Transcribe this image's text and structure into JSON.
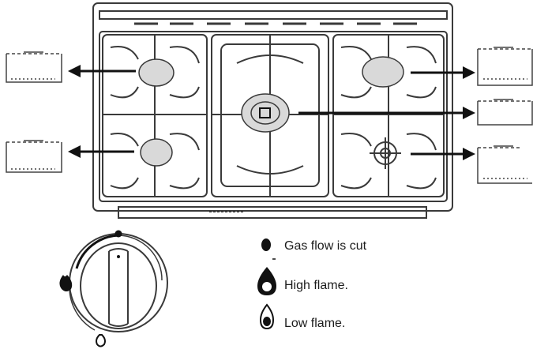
{
  "legend": {
    "gas_cut": "Gas flow is cut",
    "high_flame": "High flame.",
    "low_flame": "Low flame."
  },
  "colors": {
    "line": "#3a3a3a",
    "burner_fill": "#d9d9d9",
    "arrow": "#111111",
    "text": "#1c1c1c"
  },
  "icons": [
    "cooktop-diagram",
    "arrow-icon",
    "burner-icon",
    "dot-icon",
    "flame-high-icon",
    "flame-low-icon",
    "knob-icon"
  ]
}
